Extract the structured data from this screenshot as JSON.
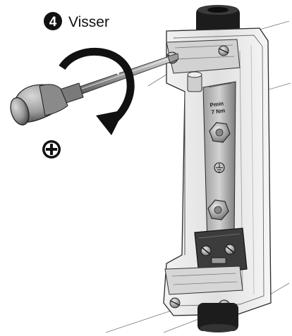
{
  "step": {
    "number": "4",
    "label": "Visser"
  },
  "torque_label": {
    "line1": "Pmin",
    "line2": "7 Nm"
  },
  "symbols": {
    "polarity": "plus-circle-icon",
    "rotation": "clockwise-arrow-icon",
    "ground": "ground-symbol-icon"
  },
  "colors": {
    "badge": "#111111",
    "arrow": "#111111",
    "ink": "#222222",
    "housing": "#e6e6e6"
  }
}
